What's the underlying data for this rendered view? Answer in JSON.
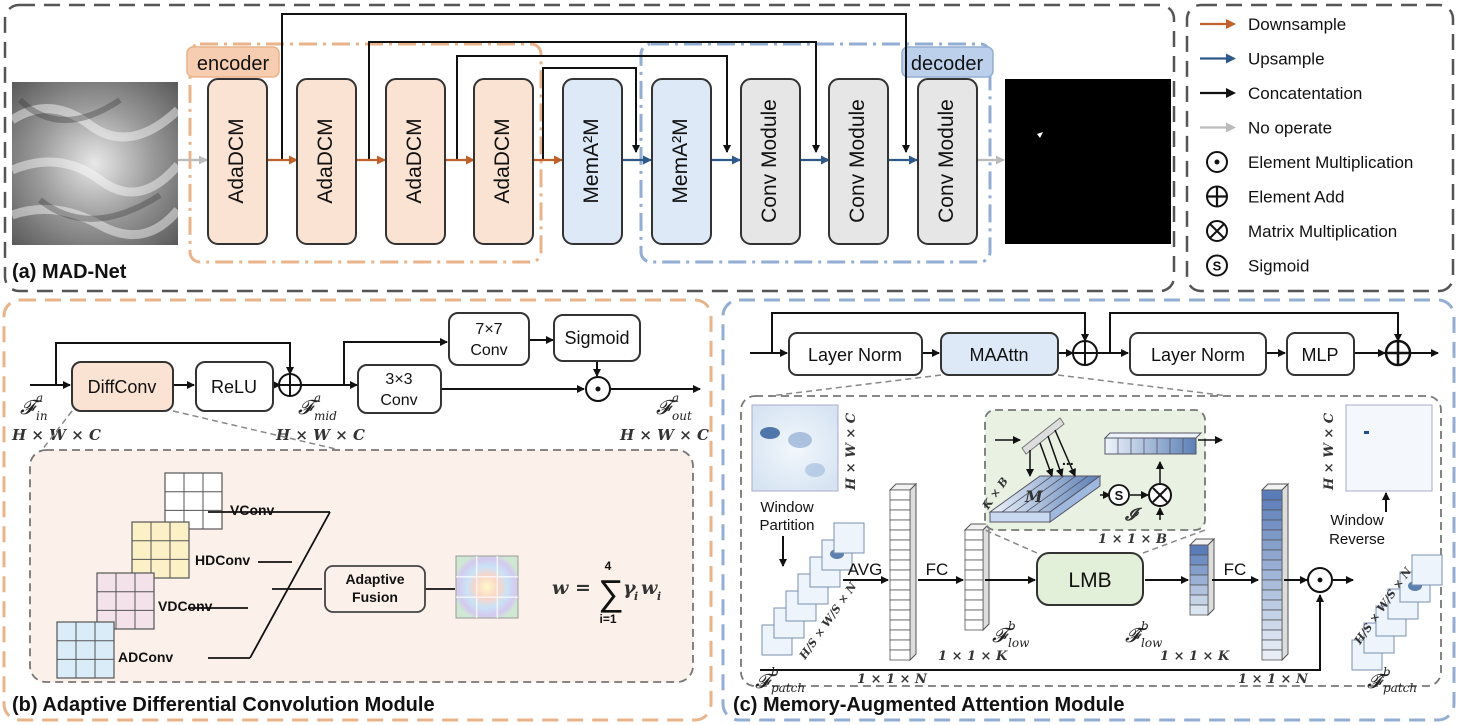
{
  "legend": {
    "items": [
      {
        "label": "Downsample",
        "icon": "arrow-orange",
        "color": "#c0602a"
      },
      {
        "label": "Upsample",
        "icon": "arrow-blue",
        "color": "#2e5a8a"
      },
      {
        "label": "Concatentation",
        "icon": "arrow-black",
        "color": "#111111"
      },
      {
        "label": "No operate",
        "icon": "arrow-gray",
        "color": "#bbbbbb"
      },
      {
        "label": "Element Multiplication",
        "icon": "odot-icon"
      },
      {
        "label": "Element Add",
        "icon": "oplus-icon"
      },
      {
        "label": "Matrix Multiplication",
        "icon": "otimes-icon"
      },
      {
        "label": "Sigmoid",
        "icon": "sigmoid-icon"
      }
    ]
  },
  "panel_a": {
    "caption": "(a) MAD-Net",
    "encoder_label": "encoder",
    "decoder_label": "decoder",
    "blocks": [
      {
        "label": "AdaDCM",
        "kind": "ada"
      },
      {
        "label": "AdaDCM",
        "kind": "ada"
      },
      {
        "label": "AdaDCM",
        "kind": "ada"
      },
      {
        "label": "AdaDCM",
        "kind": "ada"
      },
      {
        "label": "MemA²M",
        "kind": "mem"
      },
      {
        "label": "MemA²M",
        "kind": "mem"
      },
      {
        "label": "Conv Module",
        "kind": "conv"
      },
      {
        "label": "Conv Module",
        "kind": "conv"
      },
      {
        "label": "Conv Module",
        "kind": "conv"
      }
    ],
    "colors": {
      "ada_fill": "#fbe3d4",
      "mem_fill": "#dde9f6",
      "conv_fill": "#e6e6e6",
      "encoder_dash": "#e9b48a",
      "decoder_dash": "#93aed3"
    }
  },
  "panel_b": {
    "caption": "(b) Adaptive Differential Convolution Module",
    "diffconv": "DiffConv",
    "relu": "ReLU",
    "conv7": [
      "7×7",
      "Conv"
    ],
    "sigmoid": "Sigmoid",
    "conv3": [
      "3×3",
      "Conv"
    ],
    "f_in": "𝓕",
    "f_in_sup": "a",
    "f_in_sub": "in",
    "f_mid": "𝓕",
    "f_mid_sup": "a",
    "f_mid_sub": "mid",
    "f_out": "𝓕",
    "f_out_sup": "a",
    "f_out_sub": "out",
    "dim_in": "H × W × C",
    "dim_mid": "H × W × C",
    "dim_out": "H × W × C",
    "convs": [
      "VConv",
      "HDConv",
      "VDConv",
      "ADConv"
    ],
    "fusion": [
      "Adaptive",
      "Fusion"
    ],
    "formula": {
      "lhs": "w = ",
      "sum_top": "4",
      "sum_bot": "i=1",
      "term": "γ",
      "term_sub": "i",
      "w": "w",
      "w_sub": "i"
    }
  },
  "panel_c": {
    "caption": "(c) Memory-Augmented Attention Module",
    "layer_norm_1": "Layer Norm",
    "maattn": "MAAttn",
    "layer_norm_2": "Layer Norm",
    "mlp": "MLP",
    "window_partition": [
      "Window",
      "Partition"
    ],
    "window_reverse": [
      "Window",
      "Reverse"
    ],
    "avg": "AVG",
    "fc1": "FC",
    "fc2": "FC",
    "lmb": "LMB",
    "dim_hwc_left": "H × W × C",
    "dim_hwc_right": "H × W × C",
    "dim_patch_left": "H/S × W/S × N",
    "dim_patch_right": "H/S × W/S × N",
    "f_patch": "𝓕",
    "f_patch_sup": "b",
    "f_patch_sub": "patch",
    "f_low": "𝓕",
    "f_low_sup": "b",
    "f_low_sub": "low",
    "f_low_hat": "𝓕̂",
    "f_low_hat_sup": "b",
    "f_low_hat_sub": "low",
    "f_patch_hat": "𝓕̂",
    "f_patch_hat_sup": "b",
    "f_patch_hat_sub": "patch",
    "dim_11n_a": "1 × 1 × N",
    "dim_11k_a": "1 × 1 × K",
    "dim_11k_b": "1 × 1 × K",
    "dim_11n_b": "1 × 1 × N",
    "lmb_M": "M",
    "lmb_kxb": "K × B",
    "lmb_I": "𝓘",
    "lmb_dim": "1 × 1 × B",
    "lmb_dots": "..."
  }
}
